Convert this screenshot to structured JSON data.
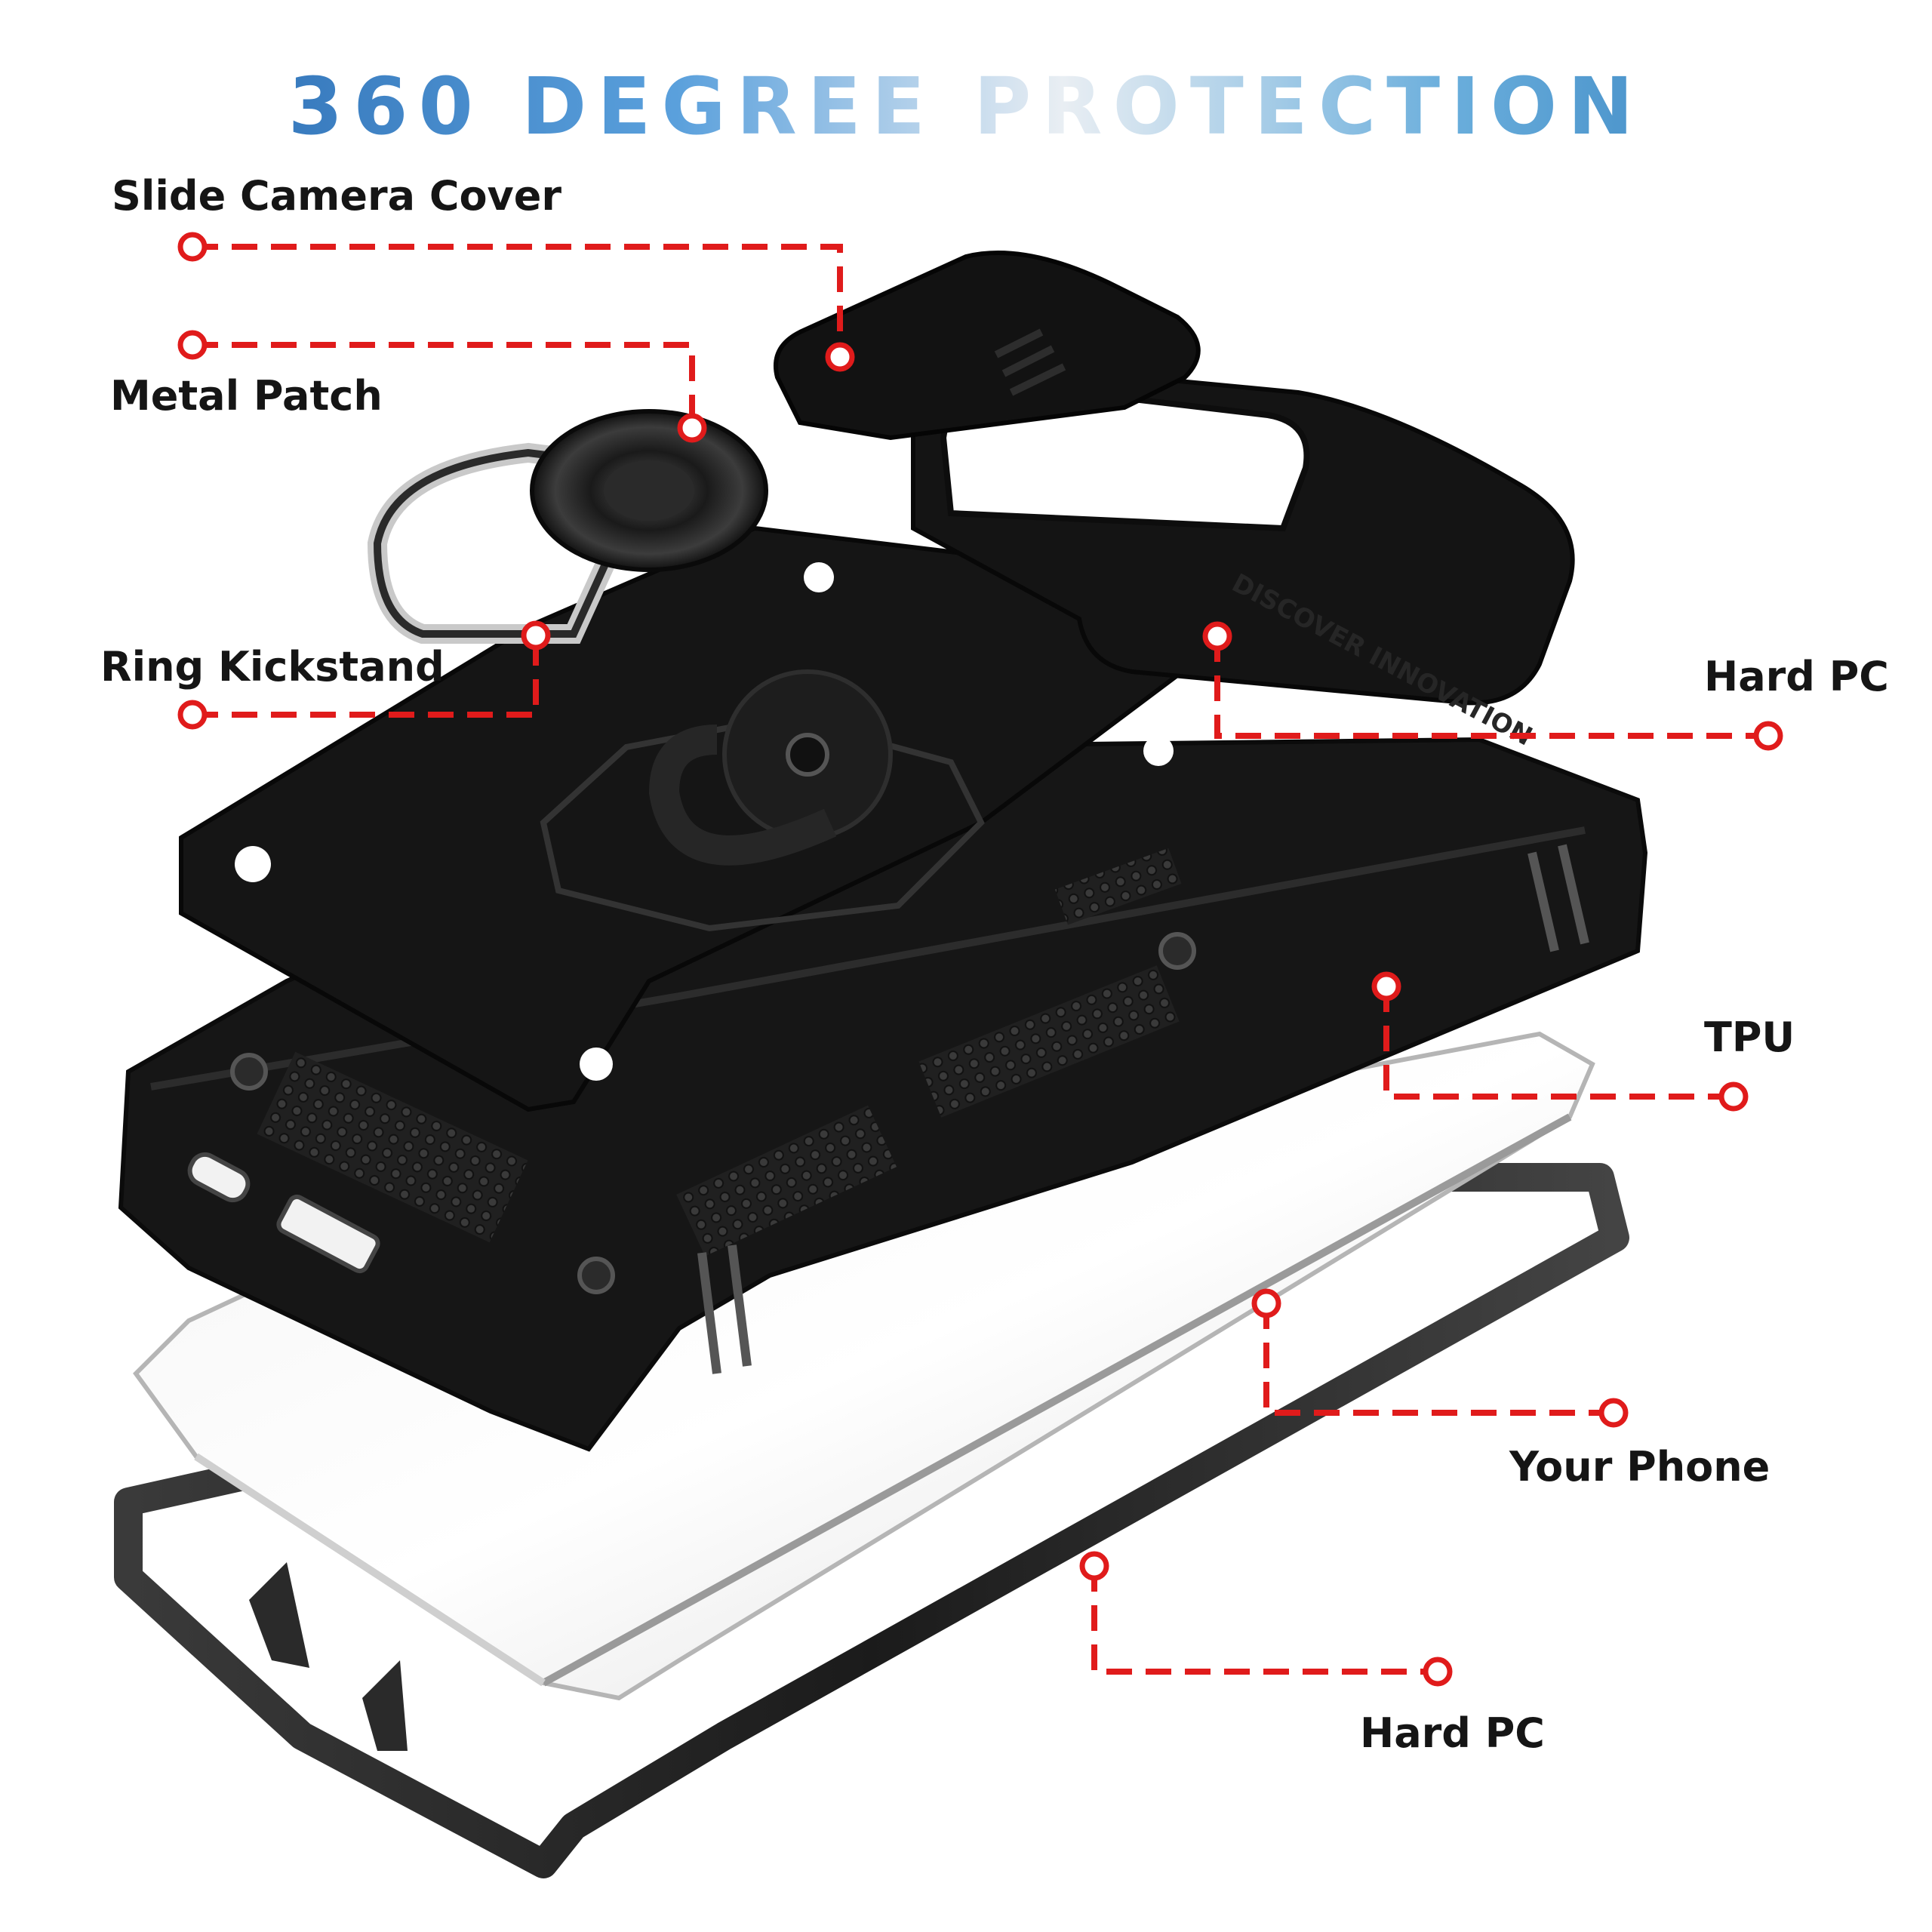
{
  "title": "360 DEGREE PROTECTION",
  "labels": {
    "slide_camera_cover": "Slide Camera Cover",
    "metal_patch": "Metal Patch",
    "ring_kickstand": "Ring Kickstand",
    "hard_pc_top": "Hard PC",
    "tpu": "TPU",
    "your_phone": "Your Phone",
    "hard_pc_bottom": "Hard PC"
  },
  "embossed_text": "DISCOVER INNOVATION",
  "colors": {
    "title_blue": "#2f7fc4",
    "leader_red": "#e01b1b",
    "case_black": "#141414",
    "text": "#151515"
  }
}
